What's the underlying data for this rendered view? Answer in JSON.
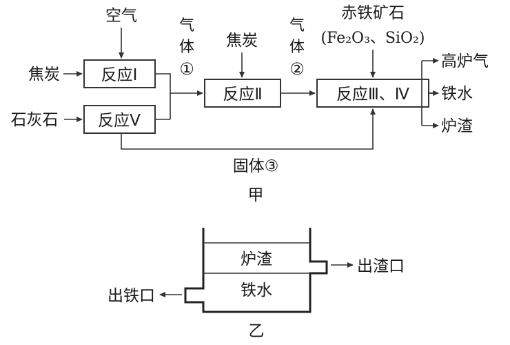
{
  "figure_a": {
    "inputs": {
      "air": "空气",
      "coke_1": "焦炭",
      "limestone": "石灰石",
      "coke_2": "焦炭",
      "ore_name": "赤铁矿石",
      "ore_formula": "(Fe₂O₃、SiO₂)"
    },
    "boxes": {
      "r1": "反应Ⅰ",
      "r5": "反应Ⅴ",
      "r2": "反应Ⅱ",
      "r34": "反应Ⅲ、Ⅳ"
    },
    "gas1": [
      "气",
      "体",
      "①"
    ],
    "gas2": [
      "气",
      "体",
      "②"
    ],
    "solid3": "固体③",
    "outputs": {
      "gas": "高炉气",
      "iron": "铁水",
      "slag": "炉渣"
    },
    "caption": "甲"
  },
  "figure_b": {
    "slag_layer": "炉渣",
    "iron_layer": "铁水",
    "slag_outlet": "出渣口",
    "iron_outlet": "出铁口",
    "caption": "乙"
  }
}
